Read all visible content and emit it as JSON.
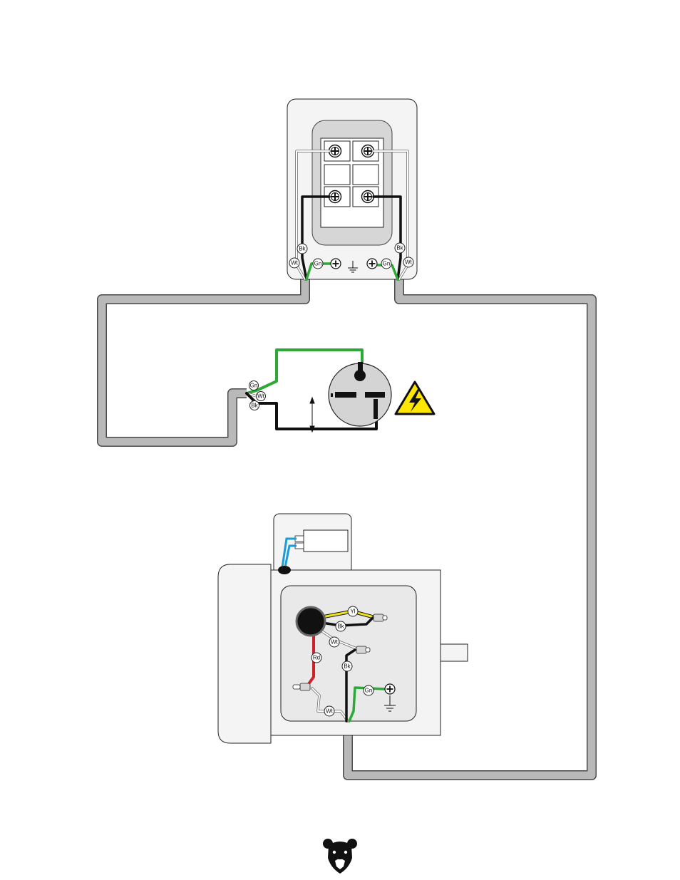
{
  "labels": {
    "bk": "Bk",
    "wt": "Wt",
    "gn": "Gn",
    "rd": "Rd",
    "yl": "Yl"
  },
  "colors": {
    "cable": "#b9b9b9",
    "housing": "#f4f4f4",
    "panel_dark": "#d6d6d6",
    "wire_black": "#111111",
    "wire_white": "#ffffff",
    "wire_green": "#2ea836",
    "wire_red": "#cc2229",
    "wire_yellow": "#f2e41b",
    "wire_blue": "#1b9bd8",
    "warning_yellow": "#ffe600"
  },
  "icons": [
    "screw-terminal-icon",
    "ground-symbol-icon",
    "warning-electric-icon",
    "bear-logo-icon",
    "plug-icon"
  ]
}
